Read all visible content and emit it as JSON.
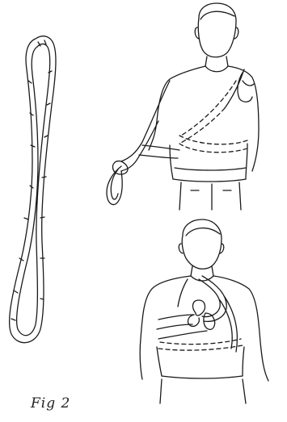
{
  "figure": {
    "caption": "Fig 2",
    "ink_color": "#1a1a1a",
    "paper_color": "#ffffff"
  },
  "panels": [
    {
      "id": "sling-loop",
      "icon": "rope-sling-loop-icon"
    },
    {
      "id": "man-holding-sling",
      "icon": "man-holding-sling-icon"
    },
    {
      "id": "man-wearing-sling",
      "icon": "man-wearing-bandolier-sling-icon"
    }
  ]
}
